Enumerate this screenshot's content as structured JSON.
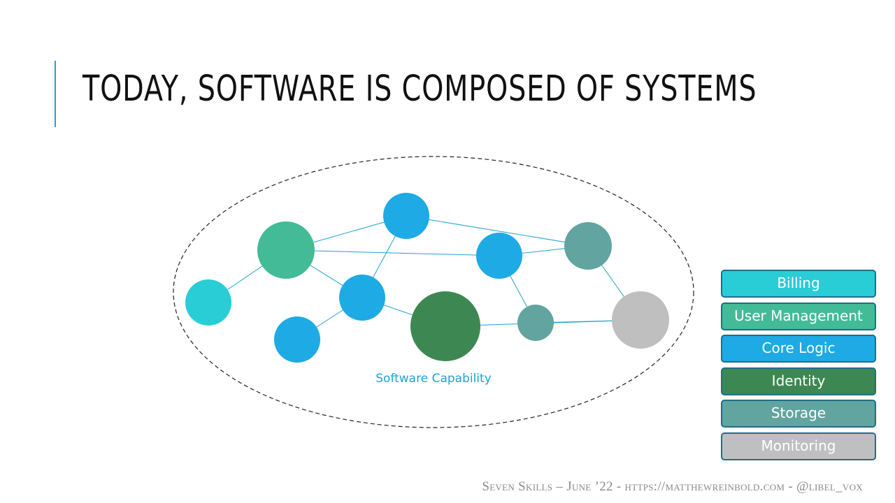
{
  "slide": {
    "title": "TODAY, SOFTWARE IS COMPOSED OF SYSTEMS",
    "footer": "Seven Skills – June ’22 - https://matthewreinbold.com - @libel_vox"
  },
  "colors": {
    "accent": "#1fa3cf",
    "billing": "#29cdd6",
    "user_management": "#43bb96",
    "core_logic": "#1eaae4",
    "identity": "#3d8852",
    "storage": "#62a49f",
    "monitoring": "#bfbfbf"
  },
  "diagram": {
    "boundary_label": "Software Capability",
    "nodes": [
      {
        "id": "billing-1",
        "category": "billing"
      },
      {
        "id": "user-mgmt-1",
        "category": "user_management"
      },
      {
        "id": "core-1",
        "category": "core_logic"
      },
      {
        "id": "core-2",
        "category": "core_logic"
      },
      {
        "id": "core-3",
        "category": "core_logic"
      },
      {
        "id": "core-4",
        "category": "core_logic"
      },
      {
        "id": "identity-1",
        "category": "identity"
      },
      {
        "id": "storage-1",
        "category": "storage"
      },
      {
        "id": "storage-2",
        "category": "storage"
      },
      {
        "id": "monitoring-1",
        "category": "monitoring"
      }
    ],
    "edges": [
      [
        "billing-1",
        "user-mgmt-1"
      ],
      [
        "user-mgmt-1",
        "core-1"
      ],
      [
        "user-mgmt-1",
        "core-3"
      ],
      [
        "user-mgmt-1",
        "core-2"
      ],
      [
        "core-1",
        "core-2"
      ],
      [
        "core-1",
        "storage-1"
      ],
      [
        "core-2",
        "core-4"
      ],
      [
        "core-2",
        "identity-1"
      ],
      [
        "core-3",
        "storage-1"
      ],
      [
        "core-3",
        "storage-2"
      ],
      [
        "storage-1",
        "monitoring-1"
      ],
      [
        "storage-2",
        "monitoring-1"
      ],
      [
        "identity-1",
        "monitoring-1"
      ]
    ]
  },
  "legend": [
    {
      "label": "Billing",
      "color": "#29cdd6"
    },
    {
      "label": "User Management",
      "color": "#43bb96"
    },
    {
      "label": "Core Logic",
      "color": "#1eaae4"
    },
    {
      "label": "Identity",
      "color": "#3d8852"
    },
    {
      "label": "Storage",
      "color": "#62a49f"
    },
    {
      "label": "Monitoring",
      "color": "#bfbfbf"
    }
  ]
}
